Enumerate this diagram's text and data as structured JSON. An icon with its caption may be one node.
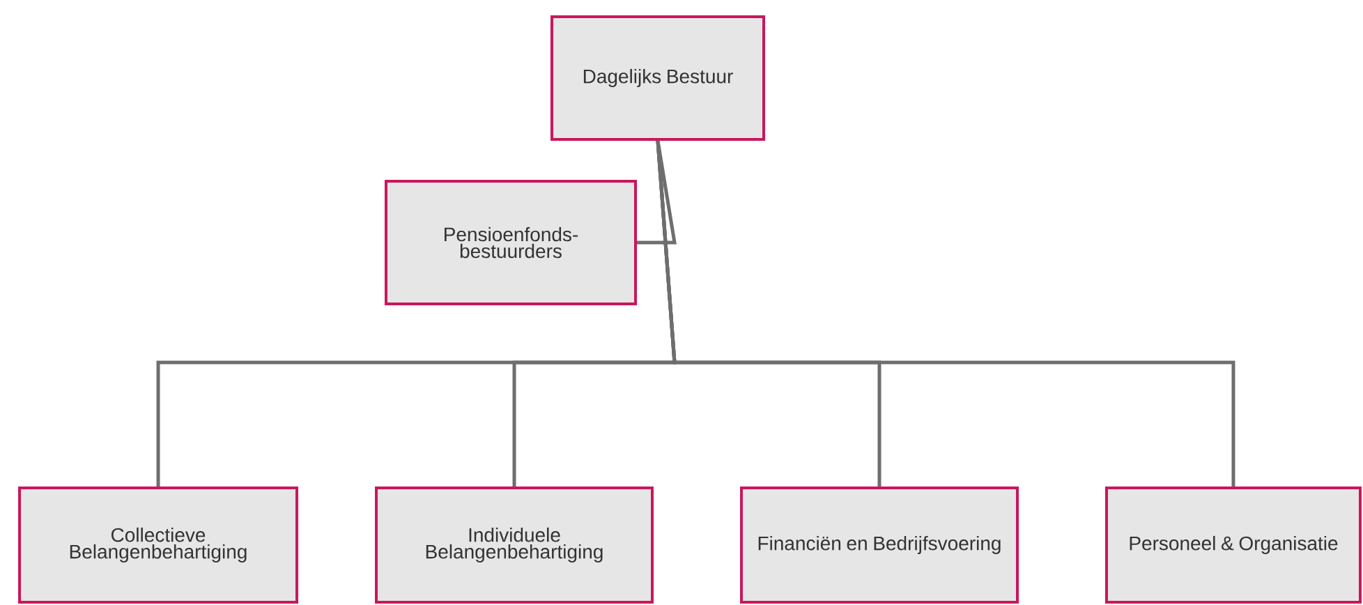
{
  "diagram": {
    "nodes": [
      {
        "text": [
          "Dagelijks Bestuur"
        ]
      },
      {
        "text": [
          "Pensioenfonds- bestuurders"
        ]
      },
      {
        "text": [
          "Collectieve Belangenbehartiging"
        ]
      },
      {
        "text": [
          "Individuele Belangenbehartiging"
        ]
      },
      {
        "text": [
          "Financiën en Bedrijfsvoering"
        ]
      },
      {
        "text": [
          "Personeel & Organisatie"
        ]
      }
    ],
    "edges": [
      {
        "from": 0,
        "to": 1,
        "arrow": "none"
      },
      {
        "from": 0,
        "to": 2,
        "arrow": "none"
      },
      {
        "from": 0,
        "to": 3,
        "arrow": "none"
      },
      {
        "from": 0,
        "to": 4,
        "arrow": "none"
      },
      {
        "from": 0,
        "to": 5,
        "arrow": "none"
      }
    ]
  }
}
